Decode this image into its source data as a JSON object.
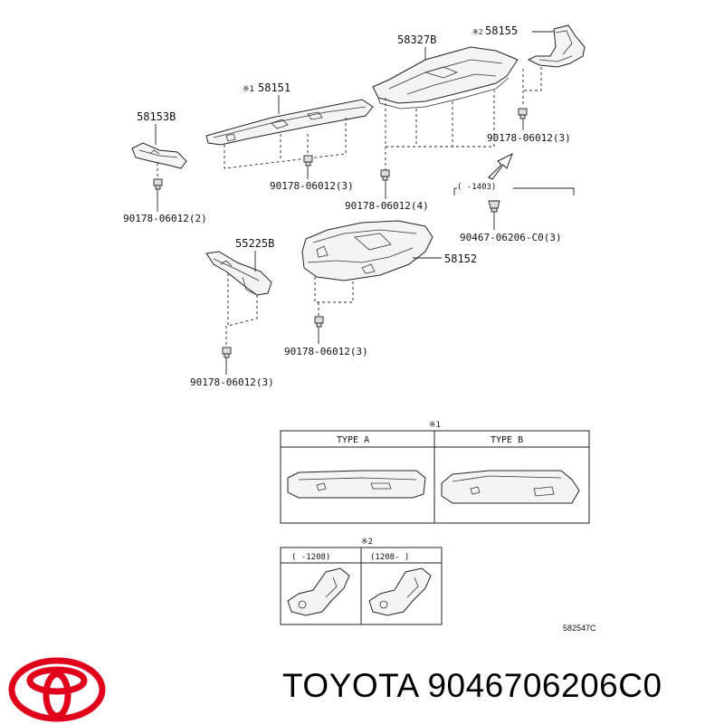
{
  "parts": {
    "p58327b": "58327B",
    "p58155_mark": "※2",
    "p58155": "58155",
    "p58151_mark": "※1",
    "p58151": "58151",
    "p58153b": "58153B",
    "p55225b": "55225B",
    "p58152": "58152"
  },
  "clips": {
    "c1": "90178-06012(3)",
    "c2": "90178-06012(3)",
    "c3": "90178-06012(4)",
    "c4": "90178-06012(2)",
    "c5": "90178-06012(3)",
    "c6": "90178-06012(3)",
    "c7": "90467-06206-C0(3)"
  },
  "date_range": "(    -1403)",
  "type_table": {
    "mark": "※1",
    "type_a": "TYPE  A",
    "type_b": "TYPE  B"
  },
  "variant_table": {
    "mark": "※2",
    "col1": "(    -1208)",
    "col2": "(1208-     )"
  },
  "figure_code": "582547C",
  "brand": {
    "name": "TOYOTA",
    "part_number": "9046706206C0",
    "logo_color": "#e0001b"
  }
}
